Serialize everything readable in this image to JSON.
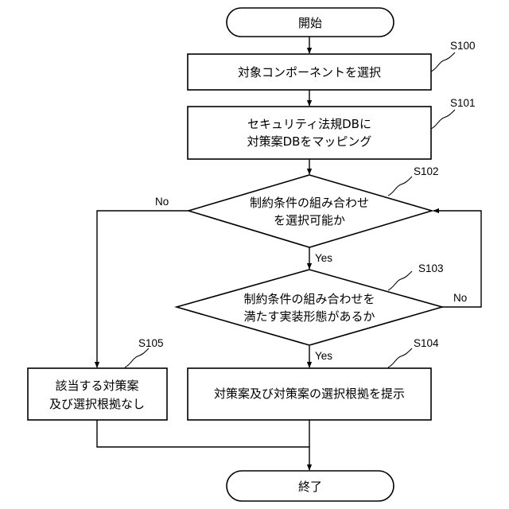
{
  "flowchart": {
    "start": "開始",
    "end": "終了",
    "s100": {
      "step": "S100",
      "text": "対象コンポーネントを選択"
    },
    "s101": {
      "step": "S101",
      "line1": "セキュリティ法規DBに",
      "line2": "対策案DBをマッピング"
    },
    "s102": {
      "step": "S102",
      "line1": "制約条件の組み合わせ",
      "line2": "を選択可能か",
      "yes": "Yes",
      "no": "No"
    },
    "s103": {
      "step": "S103",
      "line1": "制約条件の組み合わせを",
      "line2": "満たす実装形態があるか",
      "yes": "Yes",
      "no": "No"
    },
    "s104": {
      "step": "S104",
      "text": "対策案及び対策案の選択根拠を提示"
    },
    "s105": {
      "step": "S105",
      "line1": "該当する対策案",
      "line2": "及び選択根拠なし"
    }
  }
}
